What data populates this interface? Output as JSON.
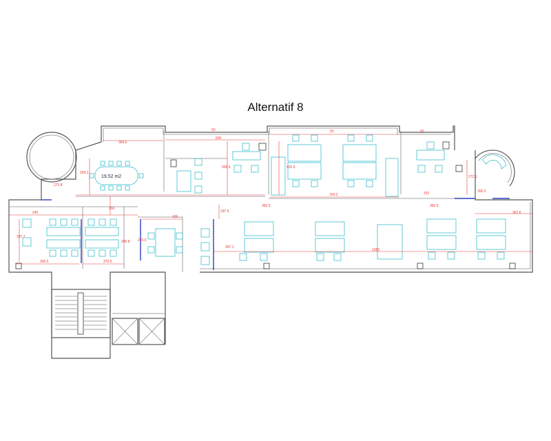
{
  "title": "Alternatif 8",
  "meeting_label": "19.52 m2",
  "dimensions": {
    "d_50_a": "50",
    "d_369_6": "369.6",
    "d_600": "600",
    "d_50_b": "50",
    "d_50_c": "50",
    "d_269_1": "269.1",
    "d_509_5": "509.5",
    "d_420_9": "420.9",
    "d_272_1": "272.1",
    "d_273_8": "273.8",
    "d_150": "150",
    "d_764_2": "764.2",
    "d_252": "252",
    "d_300_2": "300.2",
    "d_245": "245",
    "d_426": "426",
    "d_187_5": "187.5",
    "d_392_5_a": "392.5",
    "d_392_5_b": "392.5",
    "d_367_6": "367.6",
    "d_220_5": "220.5",
    "d_206_8": "206.8",
    "d_297_7": "297.7",
    "d_397_1": "397.1",
    "d_1082": "1082",
    "d_306_5": "306.5",
    "d_376_5": "376.5"
  }
}
